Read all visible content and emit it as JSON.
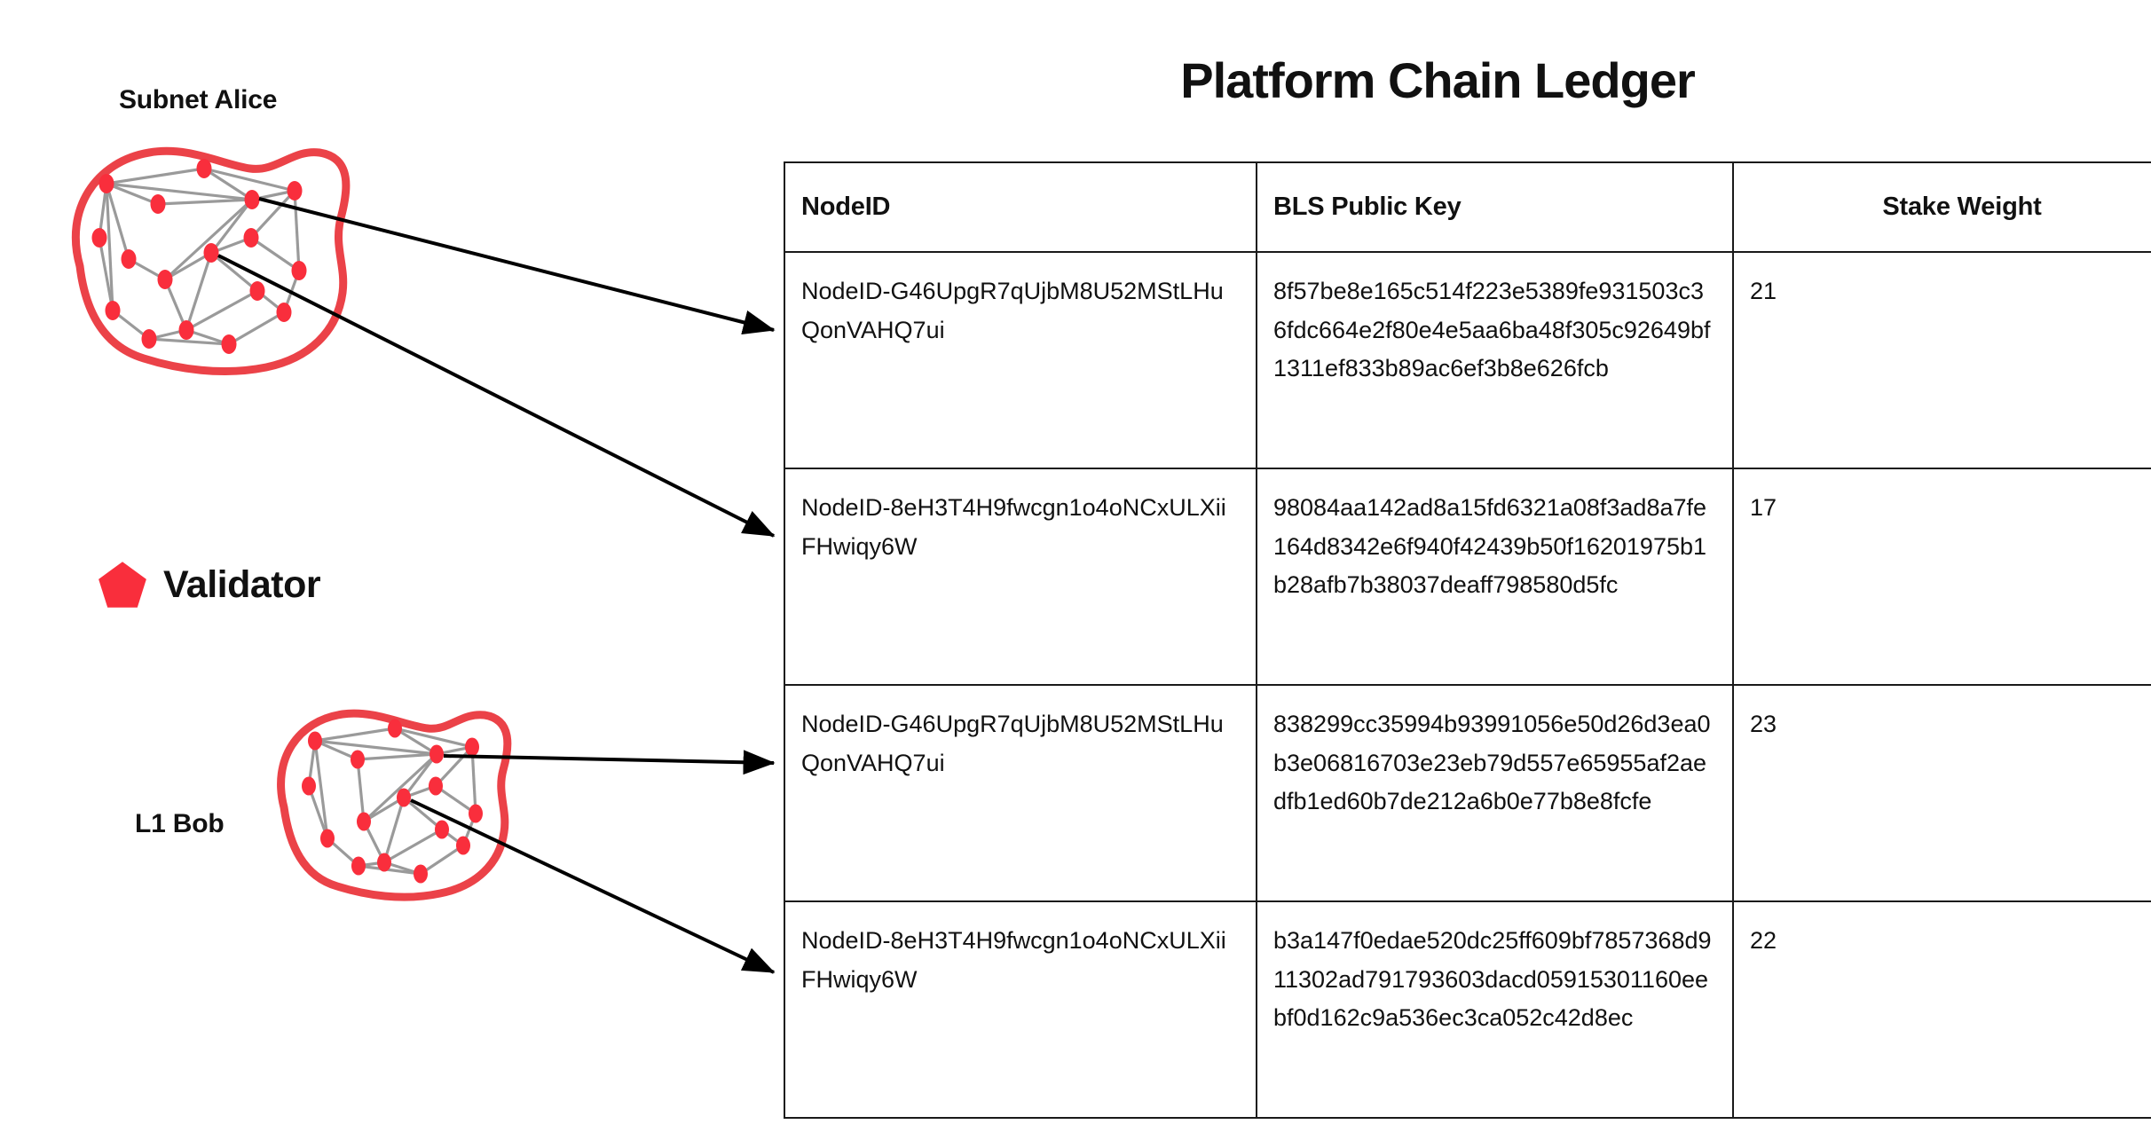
{
  "diagram": {
    "subnet_label": "Subnet Alice",
    "l1_label": "L1 Bob",
    "legend": {
      "icon": "pentagon-icon",
      "label": "Validator"
    },
    "colors": {
      "validator_red": "#F92E3C",
      "blob_outline_red": "#EB4248",
      "edge_gray": "#9a9a9a",
      "arrow_black": "#000000"
    },
    "arrows": [
      {
        "name": "arrow-alice-row1",
        "from": "subnet-alice-node-top",
        "to": "ledger-row-1"
      },
      {
        "name": "arrow-alice-row2",
        "from": "subnet-alice-node-mid",
        "to": "ledger-row-2"
      },
      {
        "name": "arrow-bob-row3",
        "from": "l1-bob-node-top",
        "to": "ledger-row-3"
      },
      {
        "name": "arrow-bob-row4",
        "from": "l1-bob-node-mid",
        "to": "ledger-row-4"
      }
    ]
  },
  "ledger": {
    "title": "Platform Chain Ledger",
    "columns": [
      "NodeID",
      "BLS Public Key",
      "Stake Weight"
    ],
    "rows": [
      {
        "node_id": "NodeID-G46UpgR7qUjbM8U52MStLHuQonVAHQ7ui",
        "bls_public_key": "8f57be8e165c514f223e5389fe931503c36fdc664e2f80e4e5aa6ba48f305c92649bf1311ef833b89ac6ef3b8e626fcb",
        "stake_weight": "21"
      },
      {
        "node_id": "NodeID-8eH3T4H9fwcgn1o4oNCxULXiiFHwiqy6W",
        "bls_public_key": "98084aa142ad8a15fd6321a08f3ad8a7fe164d8342e6f940f42439b50f16201975b1b28afb7b38037deaff798580d5fc",
        "stake_weight": "17"
      },
      {
        "node_id": "NodeID-G46UpgR7qUjbM8U52MStLHuQonVAHQ7ui",
        "bls_public_key": "838299cc35994b93991056e50d26d3ea0b3e06816703e23eb79d557e65955af2aedfb1ed60b7de212a6b0e77b8e8fcfe",
        "stake_weight": "23"
      },
      {
        "node_id": "NodeID-8eH3T4H9fwcgn1o4oNCxULXiiFHwiqy6W",
        "bls_public_key": "b3a147f0edae520dc25ff609bf7857368d911302ad791793603dacd05915301160eebf0d162c9a536ec3ca052c42d8ec",
        "stake_weight": "22"
      }
    ]
  }
}
